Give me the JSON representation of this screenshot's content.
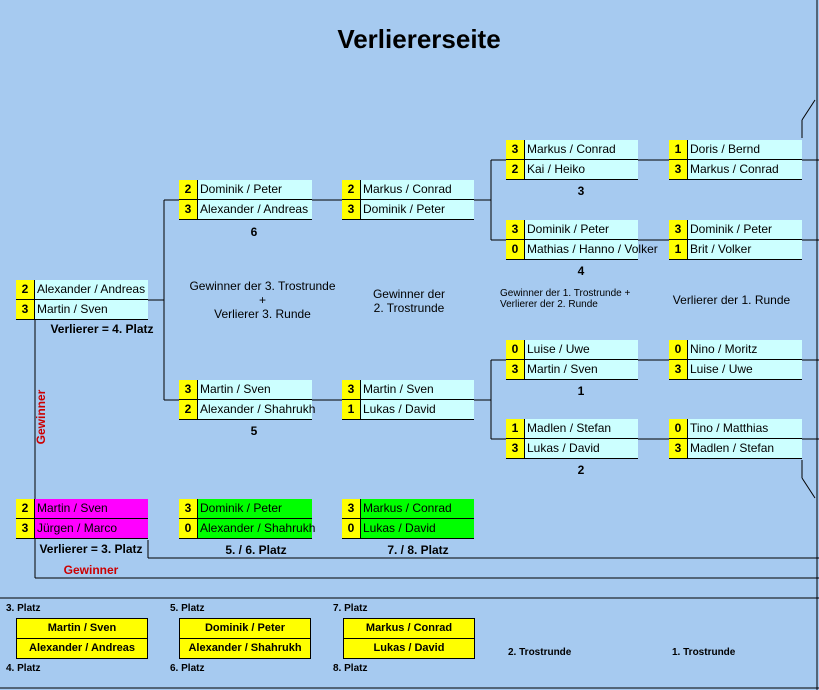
{
  "title": "Verliererseite",
  "matches": {
    "m6": {
      "number": "6",
      "rows": [
        {
          "score": "2",
          "name": "Dominik / Peter"
        },
        {
          "score": "3",
          "name": "Alexander / Andreas"
        }
      ]
    },
    "m5": {
      "number": "5",
      "rows": [
        {
          "score": "3",
          "name": "Martin / Sven"
        },
        {
          "score": "2",
          "name": "Alexander / Shahrukh"
        }
      ]
    },
    "left_upper": {
      "rows": [
        {
          "score": "2",
          "name": "Alexander / Andreas"
        },
        {
          "score": "3",
          "name": "Martin / Sven"
        }
      ]
    },
    "left_lower": {
      "rows": [
        {
          "score": "2",
          "name": "Martin / Sven"
        },
        {
          "score": "3",
          "name": "Jürgen / Marco"
        }
      ]
    },
    "c2_upper": {
      "rows": [
        {
          "score": "2",
          "name": "Markus / Conrad"
        },
        {
          "score": "3",
          "name": "Dominik / Peter"
        }
      ]
    },
    "c2_lower": {
      "rows": [
        {
          "score": "3",
          "name": "Martin / Sven"
        },
        {
          "score": "1",
          "name": "Lukas / David"
        }
      ]
    },
    "m3": {
      "number": "3",
      "rows": [
        {
          "score": "3",
          "name": "Markus / Conrad"
        },
        {
          "score": "2",
          "name": "Kai / Heiko"
        }
      ]
    },
    "m4": {
      "number": "4",
      "rows": [
        {
          "score": "3",
          "name": "Dominik / Peter"
        },
        {
          "score": "0",
          "name": "Mathias / Hanno / Volker"
        }
      ]
    },
    "m1": {
      "number": "1",
      "rows": [
        {
          "score": "0",
          "name": "Luise / Uwe"
        },
        {
          "score": "3",
          "name": "Martin / Sven"
        }
      ]
    },
    "m2": {
      "number": "2",
      "rows": [
        {
          "score": "1",
          "name": "Madlen / Stefan"
        },
        {
          "score": "3",
          "name": "Lukas / David"
        }
      ]
    },
    "r1": {
      "rows": [
        {
          "score": "1",
          "name": "Doris / Bernd"
        },
        {
          "score": "3",
          "name": "Markus / Conrad"
        }
      ]
    },
    "r2": {
      "rows": [
        {
          "score": "3",
          "name": "Dominik / Peter"
        },
        {
          "score": "1",
          "name": "Brit / Volker"
        }
      ]
    },
    "r3": {
      "rows": [
        {
          "score": "0",
          "name": "Nino / Moritz"
        },
        {
          "score": "3",
          "name": "Luise / Uwe"
        }
      ]
    },
    "r4": {
      "rows": [
        {
          "score": "0",
          "name": "Tino / Matthias"
        },
        {
          "score": "3",
          "name": "Madlen / Stefan"
        }
      ]
    },
    "p56": {
      "rows": [
        {
          "score": "3",
          "name": "Dominik / Peter"
        },
        {
          "score": "0",
          "name": "Alexander / Shahrukh"
        }
      ]
    },
    "p78": {
      "rows": [
        {
          "score": "3",
          "name": "Markus / Conrad"
        },
        {
          "score": "0",
          "name": "Lukas / David"
        }
      ]
    }
  },
  "labels": {
    "verlierer4": "Verlierer = 4. Platz",
    "verlierer3": "Verlierer = 3. Platz",
    "gewinner_vertical": "Gewinner",
    "gewinner": "Gewinner",
    "platz56": "5. / 6. Platz",
    "platz78": "7. / 8. Platz",
    "gw3_line1": "Gewinner der 3. Trostrunde",
    "gw3_line2": "+",
    "gw3_line3": "Verlierer 3. Runde",
    "gw2_line1": "Gewinner der",
    "gw2_line2": "2. Trostrunde",
    "gw1_line1": "Gewinner der 1. Trostrunde +",
    "gw1_line2": "Verlierer der 2. Runde",
    "verl1": "Verlierer der 1. Runde"
  },
  "results": {
    "p3_label": "3. Platz",
    "p4_label": "4. Platz",
    "p34": [
      "Martin / Sven",
      "Alexander / Andreas"
    ],
    "p5_label": "5. Platz",
    "p6_label": "6. Platz",
    "p56": [
      "Dominik / Peter",
      "Alexander / Shahrukh"
    ],
    "p7_label": "7. Platz",
    "p8_label": "8. Platz",
    "p78": [
      "Markus / Conrad",
      "Lukas / David"
    ],
    "tr2": "2. Trostrunde",
    "tr1": "1. Trostrunde"
  }
}
